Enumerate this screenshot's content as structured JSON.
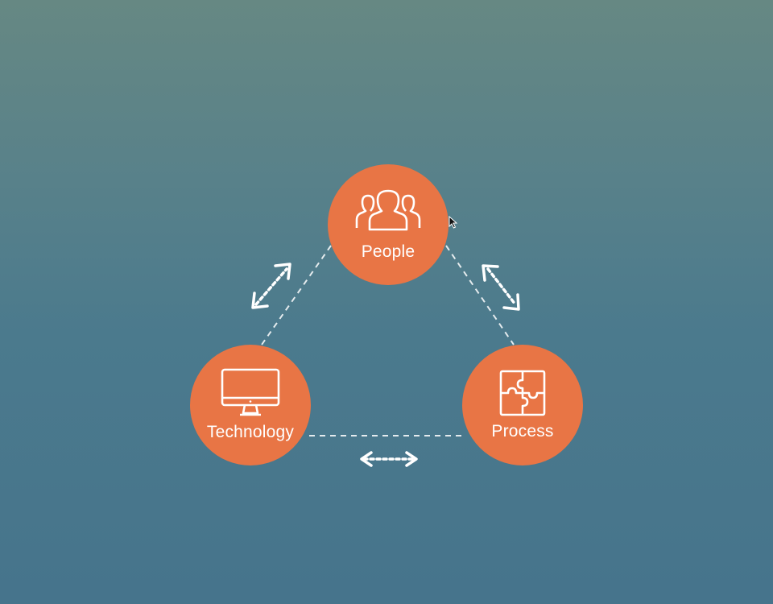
{
  "nodes": {
    "people": {
      "label": "People",
      "icon": "people-group-icon"
    },
    "technology": {
      "label": "Technology",
      "icon": "desktop-monitor-icon"
    },
    "process": {
      "label": "Process",
      "icon": "puzzle-icon"
    }
  },
  "connections": [
    {
      "from": "people",
      "to": "technology",
      "style": "dashed",
      "arrow": "double"
    },
    {
      "from": "people",
      "to": "process",
      "style": "dashed",
      "arrow": "double"
    },
    {
      "from": "technology",
      "to": "process",
      "style": "dashed",
      "arrow": "double"
    }
  ],
  "colors": {
    "node_fill": "#e87545",
    "line": "#ffffff",
    "background_top": "#668883",
    "background_bottom": "#46748c"
  }
}
